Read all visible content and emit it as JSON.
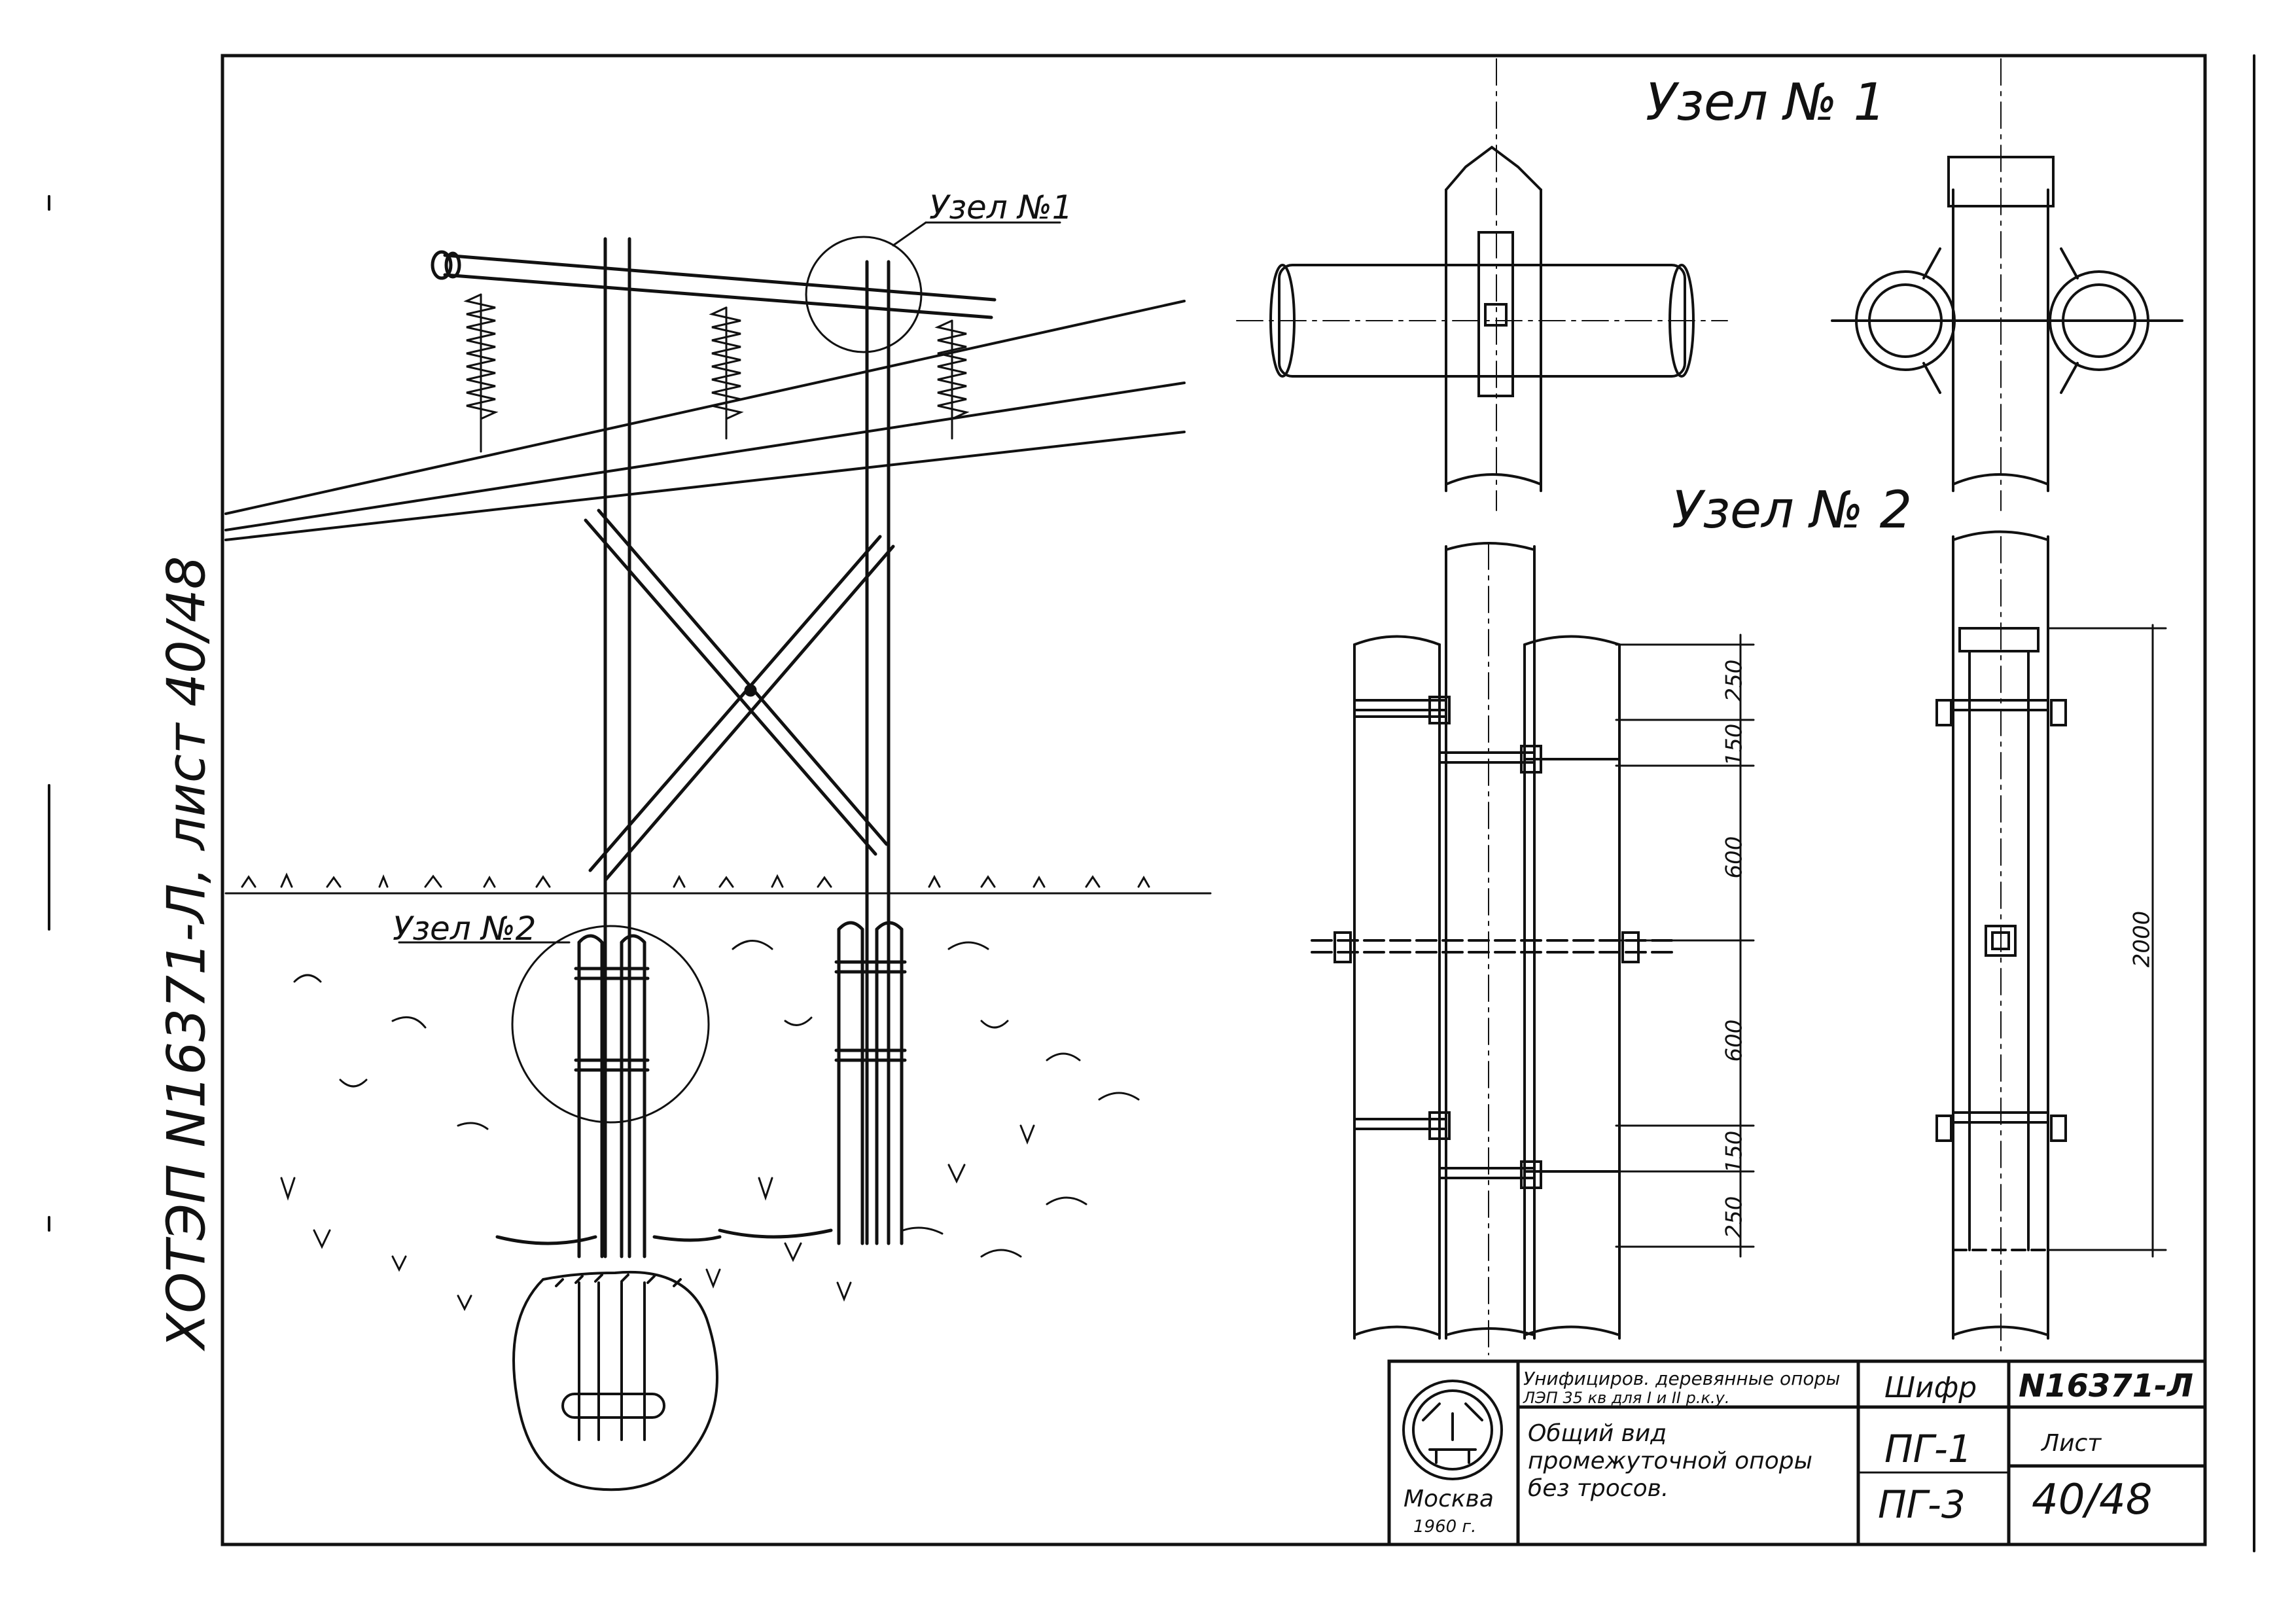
{
  "side_text": "ХОТЭП N16371-Л, лист 40/48",
  "node1_title": "Узел № 1",
  "node2_title": "Узел № 2",
  "callout_node1": "Узел №1",
  "callout_node2": "Узел №2",
  "dimensions": {
    "d250_top": "250",
    "d150_top": "150",
    "d600_top": "600",
    "d600_bottom": "600",
    "d150_bottom": "150",
    "d250_bottom": "250",
    "d2000": "2000"
  },
  "title_block": {
    "city": "Москва",
    "year": "1960 г.",
    "project_line1": "Унифициров. деревянные опоры",
    "project_line2": "ЛЭП 35 кв для I и II р.к.у.",
    "description": "Общий вид промежуточной опоры без тросов.",
    "cipher_label": "Шифр",
    "cipher_value_1": "ПГ-1",
    "cipher_value_2": "ПГ-3",
    "number": "N16371-Л",
    "sheet_label": "Лист",
    "sheet_value": "40/48"
  }
}
